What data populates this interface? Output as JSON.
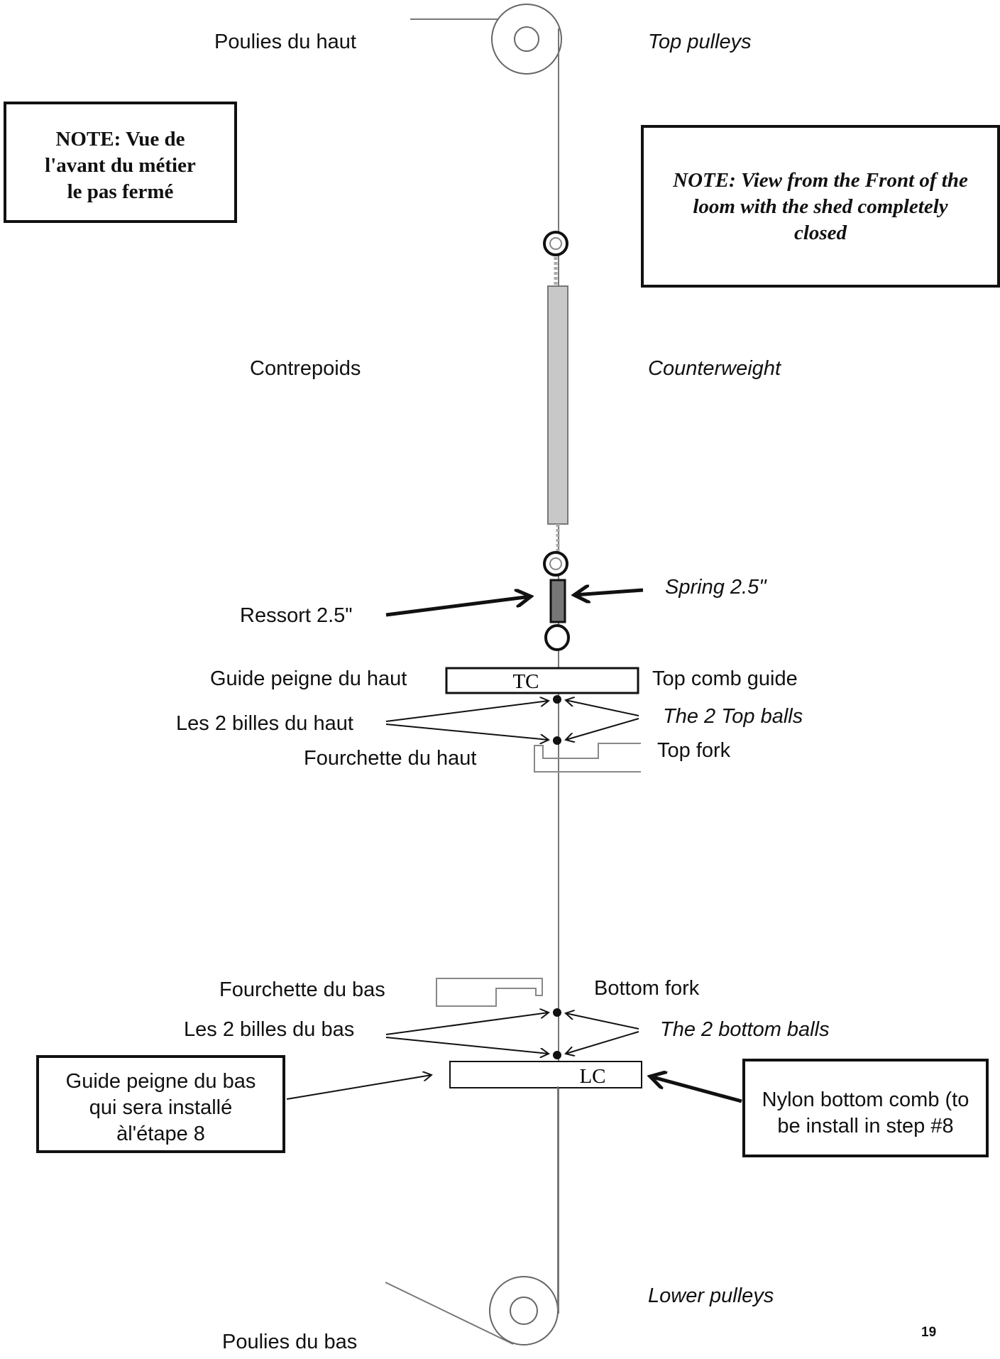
{
  "labels": {
    "top_pulleys_fr": "Poulies du haut",
    "top_pulleys_en": "Top pulleys",
    "counterweight_fr": "Contrepoids",
    "counterweight_en": "Counterweight",
    "spring_fr": "Ressort 2.5\"",
    "spring_en": "Spring 2.5\"",
    "top_comb_guide_fr": "Guide peigne du haut",
    "top_comb_guide_en": "Top comb guide",
    "top_balls_fr": "Les 2 billes du haut",
    "top_balls_en": "The 2 Top balls",
    "top_fork_fr": "Fourchette du haut",
    "top_fork_en": "Top fork",
    "bottom_fork_fr": "Fourchette du bas",
    "bottom_fork_en": "Bottom fork",
    "bottom_balls_fr": "Les 2 billes du bas",
    "bottom_balls_en": "The 2 bottom balls",
    "lower_pulleys_en": "Lower pulleys",
    "lower_pulleys_fr": "Poulies du bas"
  },
  "combs": {
    "top": "TC",
    "bottom": "LC"
  },
  "notes": {
    "fr": [
      "NOTE: Vue de",
      "l'avant du métier",
      "le pas fermé"
    ],
    "en": [
      "NOTE: View from the Front of the",
      "loom with the shed completely",
      "closed"
    ],
    "bottom_comb_fr": [
      "Guide peigne du  bas",
      "qui sera installé",
      "àl'étape 8"
    ],
    "bottom_comb_en": [
      "Nylon bottom comb (to",
      "be install in step #8"
    ]
  },
  "page_number": "19"
}
